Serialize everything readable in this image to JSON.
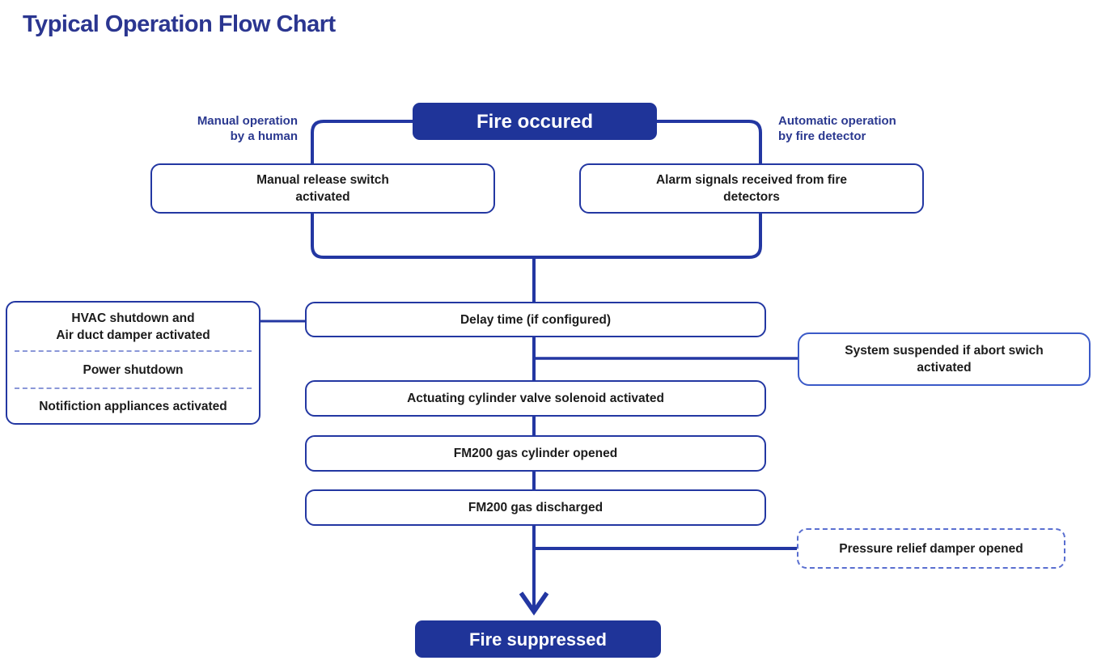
{
  "title": "Typical Operation Flow Chart",
  "colors": {
    "primary_fill": "#1f3499",
    "line": "#2337a2",
    "label_blue": "#2b3990",
    "dashed_border": "#5a6fd0",
    "text_dark": "#1c1c1c"
  },
  "annotations": {
    "manual_operation": {
      "line1": "Manual operation",
      "line2": "by a human"
    },
    "automatic_operation": {
      "line1": "Automatic operation",
      "line2": "by fire detector"
    }
  },
  "nodes": {
    "fire_occured": {
      "label": "Fire occured"
    },
    "manual_release": {
      "line1": "Manual release switch",
      "line2": "activated"
    },
    "alarm_signals": {
      "line1": "Alarm signals received from fire",
      "line2": "detectors"
    },
    "hvac_shutdown": {
      "line1": "HVAC shutdown and",
      "line2": "Air duct damper activated"
    },
    "power_shutdown": {
      "label": "Power shutdown"
    },
    "notification_appliances": {
      "label": "Notifiction appliances activated"
    },
    "delay_time": {
      "label": "Delay time (if configured)"
    },
    "system_suspended": {
      "line1": "System suspended if abort swich",
      "line2": "activated"
    },
    "actuating_solenoid": {
      "label": "Actuating cylinder valve solenoid activated"
    },
    "cylinder_opened": {
      "label": "FM200 gas cylinder opened"
    },
    "gas_discharged": {
      "label": "FM200 gas discharged"
    },
    "pressure_relief": {
      "label": "Pressure relief damper opened"
    },
    "fire_suppressed": {
      "label": "Fire suppressed"
    }
  }
}
